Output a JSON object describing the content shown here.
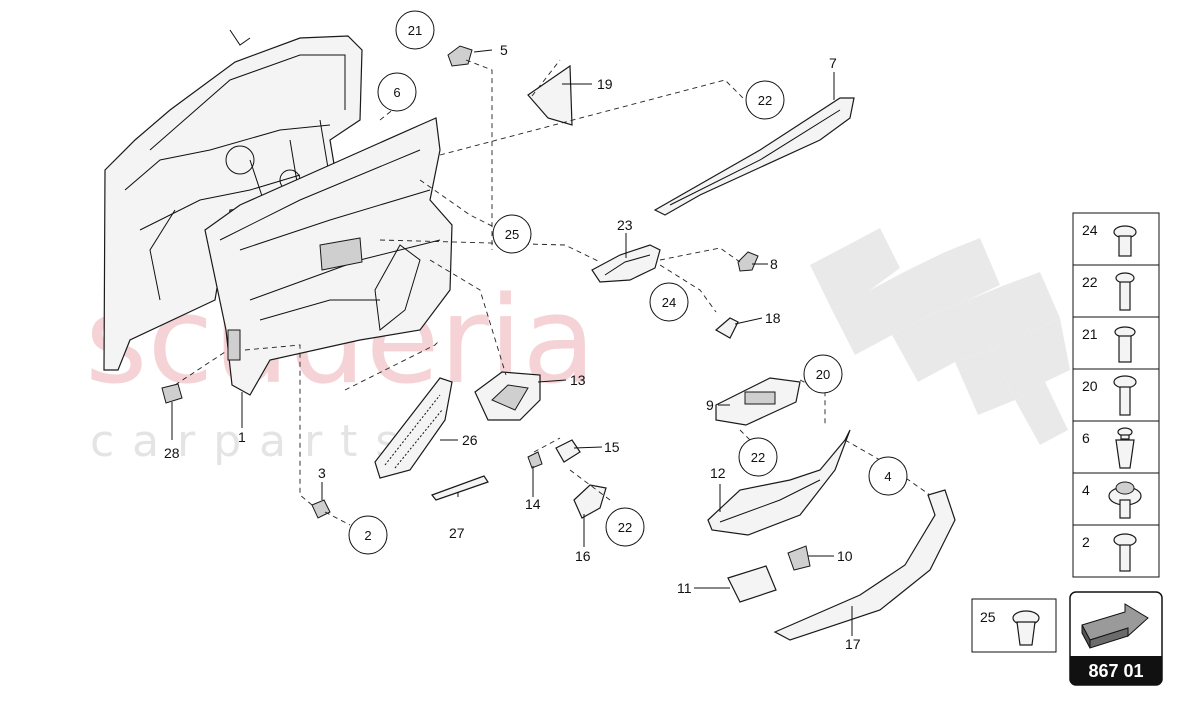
{
  "watermark": {
    "main": "scuderia",
    "sub": "c a r p a r t s"
  },
  "callouts": {
    "c1": "1",
    "c2": "2",
    "c3": "3",
    "c4": "4",
    "c5": "5",
    "c6": "6",
    "c7": "7",
    "c8": "8",
    "c9": "9",
    "c10": "10",
    "c11": "11",
    "c12": "12",
    "c13": "13",
    "c14": "14",
    "c15": "15",
    "c16": "16",
    "c17": "17",
    "c18": "18",
    "c19": "19",
    "c20": "20",
    "c21": "21",
    "c22a": "22",
    "c22b": "22",
    "c22c": "22",
    "c23": "23",
    "c24": "24",
    "c25": "25",
    "c26": "26",
    "c27": "27",
    "c28": "28"
  },
  "fastener_legend": [
    "24",
    "22",
    "21",
    "20",
    "6",
    "4",
    "2"
  ],
  "extra_fastener": "25",
  "diagram_number": "867 01",
  "colors": {
    "watermark": "#f2c4c8",
    "checker": "#e6e6e6"
  }
}
